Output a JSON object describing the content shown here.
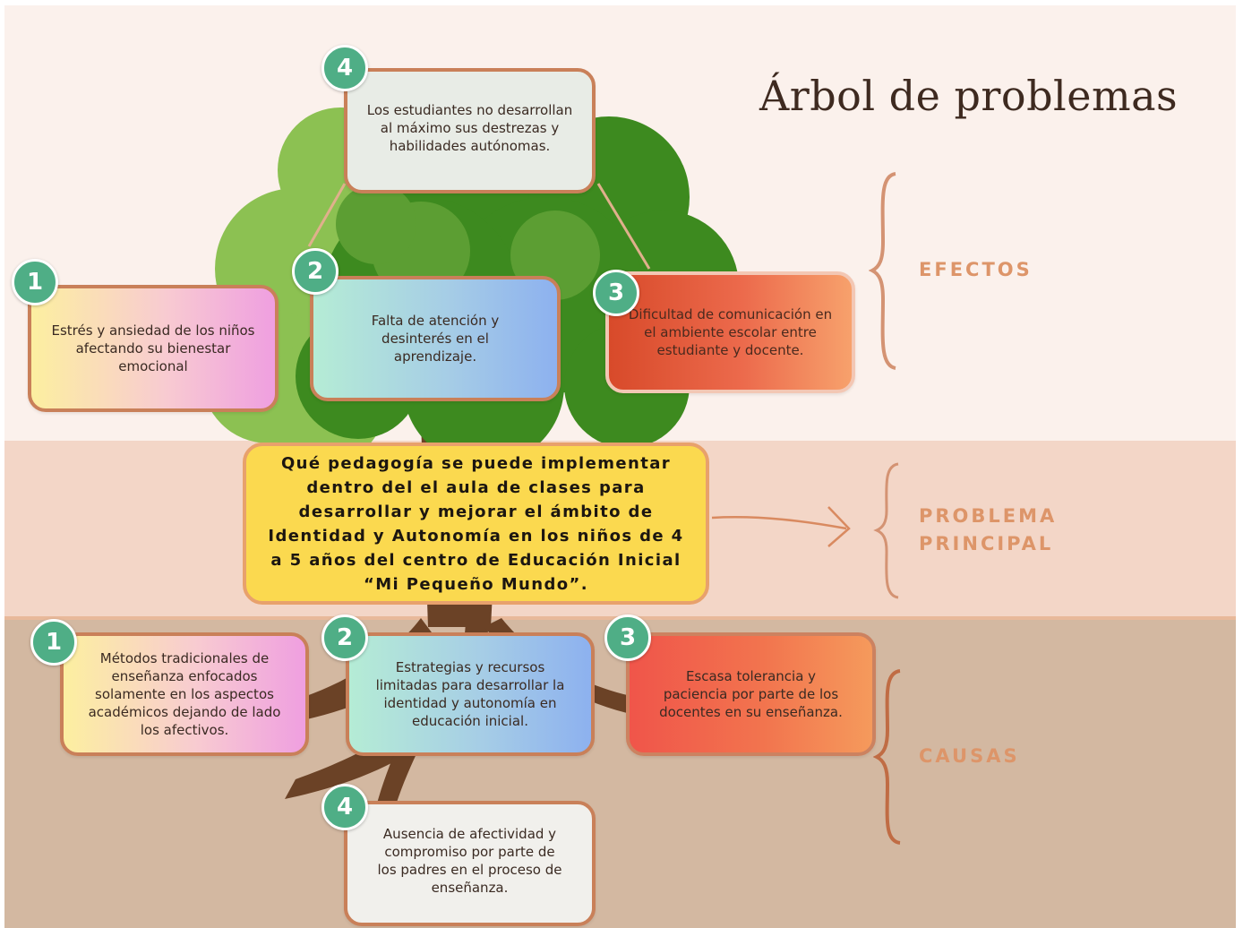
{
  "title": "Árbol de problemas",
  "sections": {
    "efectos": "EFECTOS",
    "problema_principal_line1": "PROBLEMA",
    "problema_principal_line2": "PRINCIPAL",
    "causas": "CAUSAS"
  },
  "problem": {
    "text": "Qué pedagogía se puede implementar dentro del el aula de clases para desarrollar y mejorar el ámbito de Identidad y Autonomía en los niños de 4 a 5 años del centro de Educación Inicial “Mi Pequeño Mundo”."
  },
  "effects": [
    {
      "number": "1",
      "text": "Estrés y ansiedad de los niños afectando su bienestar emocional"
    },
    {
      "number": "2",
      "text": "Falta de atención y desinterés en el aprendizaje."
    },
    {
      "number": "3",
      "text": "Dificultad de comunicación en el ambiente escolar entre estudiante y docente."
    },
    {
      "number": "4",
      "text": "Los estudiantes no desarrollan al máximo sus destrezas y habilidades autónomas."
    }
  ],
  "causes": [
    {
      "number": "1",
      "text": "Métodos tradicionales de enseñanza enfocados solamente en los aspectos académicos dejando de lado los afectivos."
    },
    {
      "number": "2",
      "text": "Estrategias y recursos limitadas para desarrollar la identidad y autonomía en educación inicial."
    },
    {
      "number": "3",
      "text": "Escasa tolerancia y paciencia por parte de los docentes en su enseñanza."
    },
    {
      "number": "4",
      "text": "Ausencia de afectividad y compromiso por parte de los padres en el proceso de enseñanza."
    }
  ],
  "colors": {
    "badge": "#4fae86",
    "section_label": "#dd9569",
    "card_border": "#c98059",
    "problem_fill": "#fbd94f",
    "canopy_dark": "#3d8a1f",
    "canopy_light": "#8cc152",
    "trunk": "#6b4226"
  }
}
